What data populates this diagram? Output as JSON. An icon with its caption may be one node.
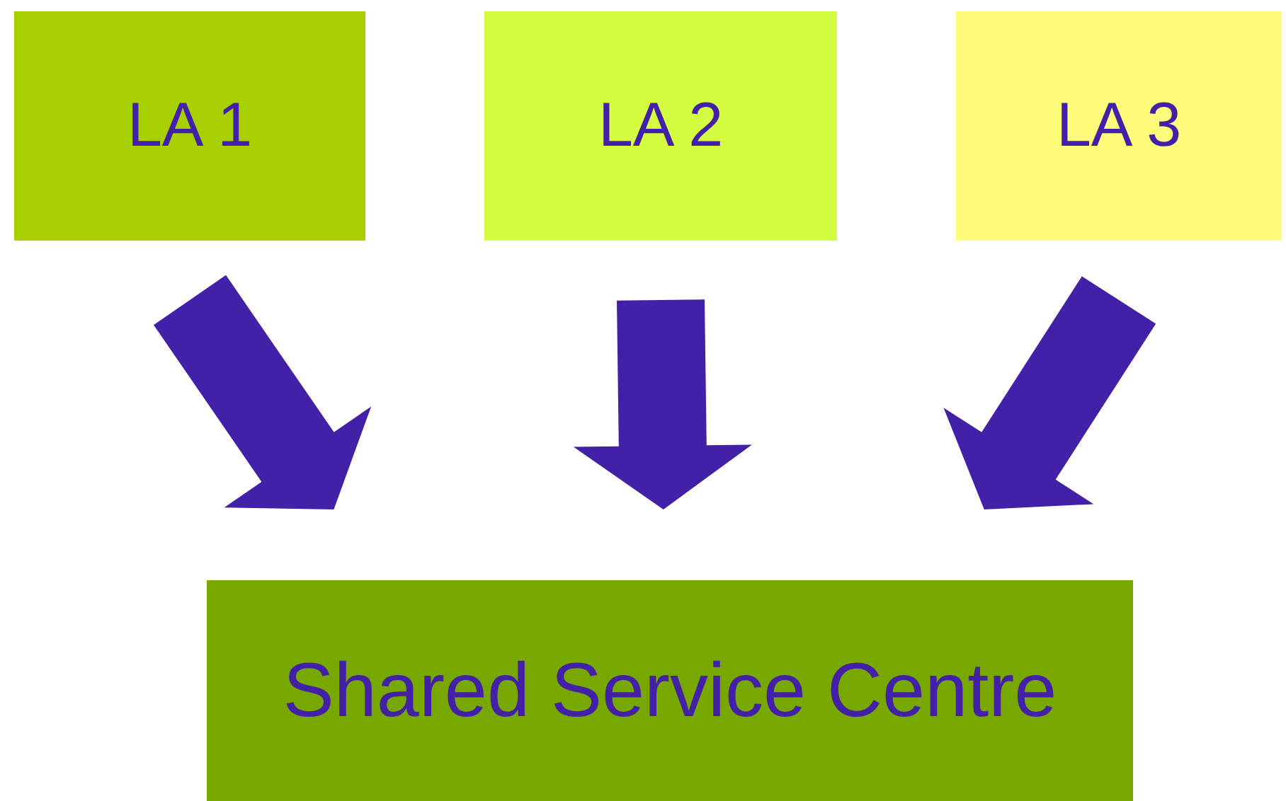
{
  "diagram": {
    "nodes": [
      {
        "text": [
          "LA 1"
        ]
      },
      {
        "text": [
          "LA 2"
        ]
      },
      {
        "text": [
          "LA 3"
        ]
      },
      {
        "text": [
          "Shared Service Centre"
        ]
      }
    ],
    "edges": [
      {
        "from": 0,
        "to": 3,
        "arrow": "to"
      },
      {
        "from": 1,
        "to": 3,
        "arrow": "to"
      },
      {
        "from": 2,
        "to": 3,
        "arrow": "to"
      }
    ]
  }
}
